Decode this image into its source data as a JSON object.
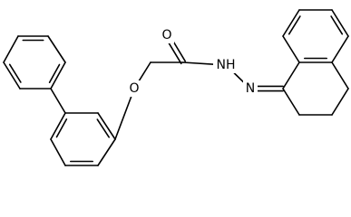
{
  "structure": {
    "atom_labels": {
      "oxygen_carbonyl": "O",
      "oxygen_ether": "O",
      "amide_nh": "NH",
      "imine_n": "N"
    }
  }
}
